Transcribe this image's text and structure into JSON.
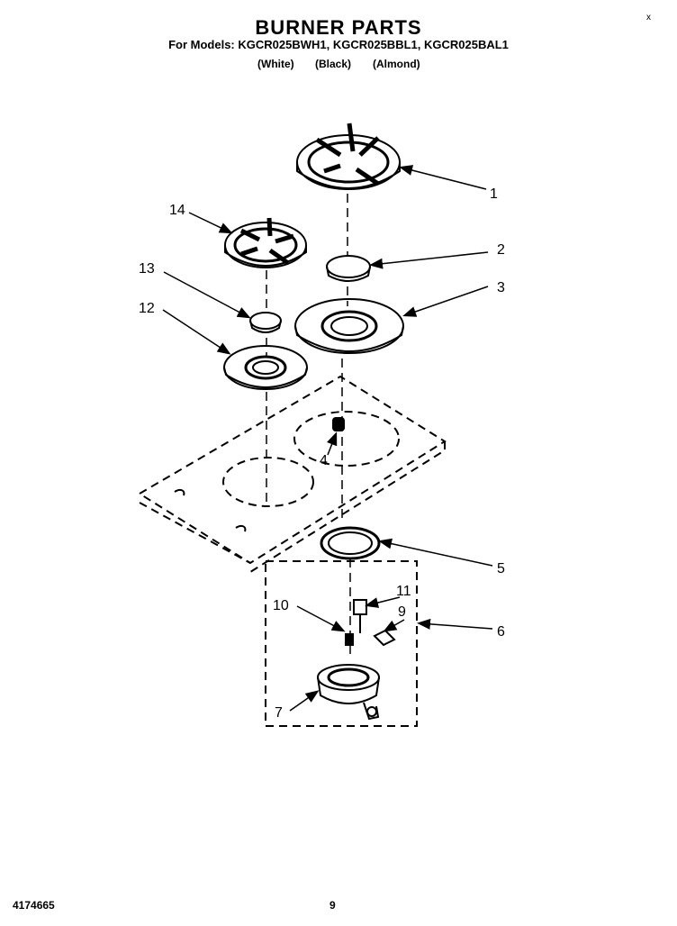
{
  "header": {
    "title": "BURNER PARTS",
    "models_line": "For Models: KGCR025BWH1, KGCR025BBL1, KGCR025BAL1",
    "color_white": "(White)",
    "color_black": "(Black)",
    "color_almond": "(Almond)"
  },
  "corner_mark": "x",
  "callouts": {
    "p1": "1",
    "p2": "2",
    "p3": "3",
    "p4": "4",
    "p5": "5",
    "p6": "6",
    "p7": "7",
    "p9": "9",
    "p10": "10",
    "p11": "11",
    "p12": "12",
    "p13": "13",
    "p14": "14"
  },
  "footer": {
    "doc_number": "4174665",
    "page_number": "9"
  }
}
